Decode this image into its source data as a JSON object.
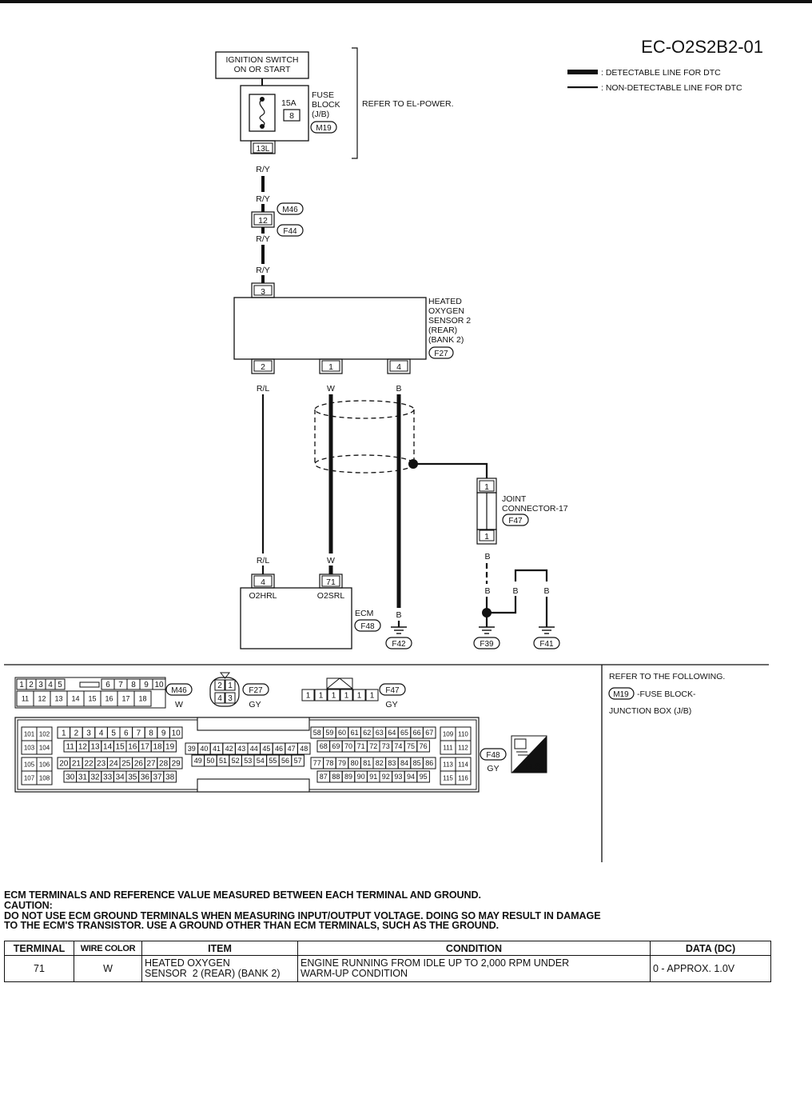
{
  "diagram_id": "EC-O2S2B2-01",
  "legend": {
    "detectable": ": DETECTABLE LINE FOR DTC",
    "non_detectable": ": NON-DETECTABLE LINE FOR DTC"
  },
  "ignition": {
    "line1": "IGNITION SWITCH",
    "line2": "ON OR START"
  },
  "fuse": {
    "amp": "15A",
    "num": "8",
    "label1": "FUSE",
    "label2": "BLOCK",
    "label3": "(J/B)",
    "connector": "M19",
    "terminal": "13L",
    "refer": "REFER TO EL-POWER."
  },
  "wires": {
    "ry": "R/Y",
    "rl": "R/L",
    "w": "W",
    "b": "B"
  },
  "connector_m46_f44": {
    "pin": "12",
    "top": "M46",
    "bottom": "F44"
  },
  "sensor": {
    "top_pin": "3",
    "lines": [
      "HEATED",
      "OXYGEN",
      "SENSOR 2",
      "(REAR)",
      "(BANK 2)"
    ],
    "connector": "F27",
    "pins": [
      "2",
      "1",
      "4"
    ]
  },
  "joint": {
    "pin_top": "1",
    "pin_bottom": "1",
    "line1": "JOINT",
    "line2": "CONNECTOR-17",
    "connector": "F47"
  },
  "ecm": {
    "pins": [
      "4",
      "71"
    ],
    "labels": [
      "O2HRL",
      "O2SRL"
    ],
    "name": "ECM",
    "connector": "F48"
  },
  "grounds": [
    "F42",
    "F39",
    "F41"
  ],
  "connector_views": {
    "m46": {
      "row1a": [
        "1",
        "2",
        "3",
        "4",
        "5"
      ],
      "row1b": [
        "6",
        "7",
        "8",
        "9",
        "10"
      ],
      "row2": [
        "11",
        "12",
        "13",
        "14",
        "15",
        "16",
        "17",
        "18"
      ],
      "id": "M46",
      "color": "W"
    },
    "f27": {
      "pins": [
        "2",
        "1",
        "4",
        "3"
      ],
      "id": "F27",
      "color": "GY"
    },
    "f47": {
      "pins": [
        "1",
        "1",
        "1",
        "1",
        "1",
        "1"
      ],
      "id": "F47",
      "color": "GY"
    },
    "f48": {
      "id": "F48",
      "color": "GY",
      "badge": "H.S.",
      "b1": [
        [
          "101",
          "102"
        ],
        [
          "103",
          "104"
        ],
        [
          "105",
          "106"
        ],
        [
          "107",
          "108"
        ]
      ],
      "b2": [
        [
          "1",
          "2",
          "3",
          "4",
          "5",
          "6",
          "7",
          "8",
          "9",
          "10"
        ],
        [
          "11",
          "12",
          "13",
          "14",
          "15",
          "16",
          "17",
          "18",
          "19"
        ],
        [
          "20",
          "21",
          "22",
          "23",
          "24",
          "25",
          "26",
          "27",
          "28",
          "29"
        ],
        [
          "30",
          "31",
          "32",
          "33",
          "34",
          "35",
          "36",
          "37",
          "38"
        ]
      ],
      "b3": [
        [
          "39",
          "40",
          "41",
          "42",
          "43",
          "44",
          "45",
          "46",
          "47",
          "48"
        ],
        [
          "49",
          "50",
          "51",
          "52",
          "53",
          "54",
          "55",
          "56",
          "57"
        ]
      ],
      "b4": [
        [
          "58",
          "59",
          "60",
          "61",
          "62",
          "63",
          "64",
          "65",
          "66",
          "67"
        ],
        [
          "68",
          "69",
          "70",
          "71",
          "72",
          "73",
          "74",
          "75",
          "76"
        ],
        [
          "77",
          "78",
          "79",
          "80",
          "81",
          "82",
          "83",
          "84",
          "85",
          "86"
        ],
        [
          "87",
          "88",
          "89",
          "90",
          "91",
          "92",
          "93",
          "94",
          "95"
        ]
      ],
      "b5": [
        [
          "109",
          "110"
        ],
        [
          "111",
          "112"
        ],
        [
          "113",
          "114"
        ],
        [
          "115",
          "116"
        ]
      ]
    }
  },
  "refer_box": {
    "line1": "REFER TO THE FOLLOWING.",
    "conn": "M19",
    "line2": "-FUSE BLOCK-",
    "line3": "JUNCTION BOX (J/B)"
  },
  "notes": [
    "ECM TERMINALS AND REFERENCE VALUE MEASURED BETWEEN EACH TERMINAL AND GROUND.",
    "CAUTION:",
    "DO NOT USE ECM GROUND TERMINALS WHEN MEASURING INPUT/OUTPUT VOLTAGE. DOING SO MAY RESULT IN DAMAGE",
    "TO THE ECM'S TRANSISTOR. USE A GROUND OTHER THAN ECM TERMINALS, SUCH AS THE GROUND."
  ],
  "table": {
    "headers": [
      "TERMINAL",
      "WIRE COLOR",
      "ITEM",
      "CONDITION",
      "DATA (DC)"
    ],
    "rows": [
      {
        "terminal": "71",
        "wire_color": "W",
        "item_1": "HEATED OXYGEN",
        "item_2": "SENSOR  2 (REAR) (BANK 2)",
        "condition_1": "ENGINE RUNNING FROM IDLE UP TO 2,000 RPM UNDER",
        "condition_2": "WARM-UP CONDITION",
        "data": "0 - APPROX. 1.0V"
      }
    ]
  }
}
